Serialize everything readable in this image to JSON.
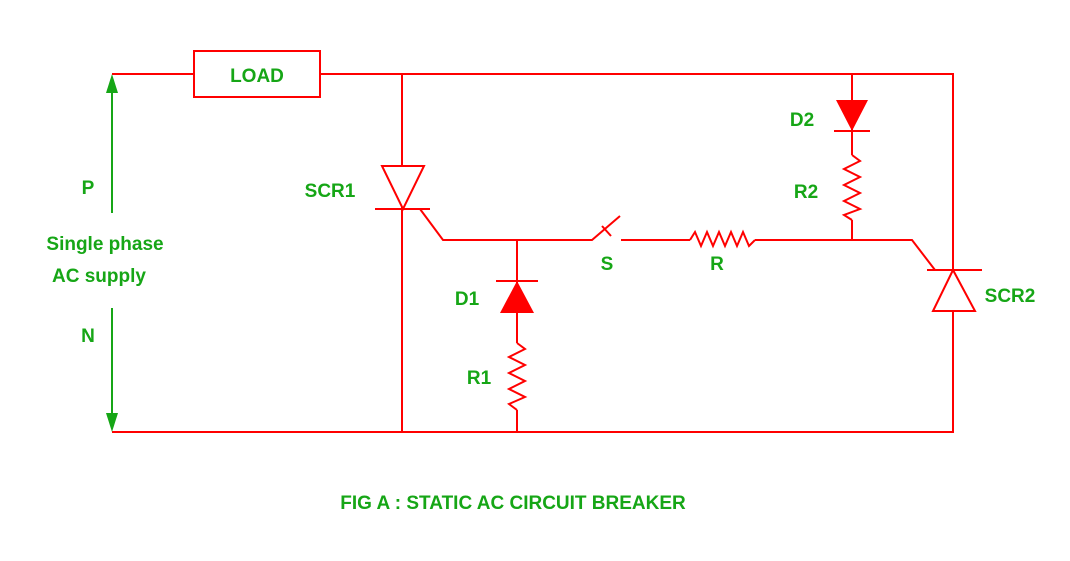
{
  "colors": {
    "wire": "#ff0000",
    "label": "#16a616"
  },
  "labels": {
    "load": "LOAD",
    "p": "P",
    "n": "N",
    "supply_line1": "Single phase",
    "supply_line2": "AC supply",
    "scr1": "SCR1",
    "scr2": "SCR2",
    "d1": "D1",
    "d2": "D2",
    "r1": "R1",
    "r2": "R2",
    "r": "R",
    "s": "S"
  },
  "caption": "FIG A : STATIC AC CIRCUIT BREAKER"
}
